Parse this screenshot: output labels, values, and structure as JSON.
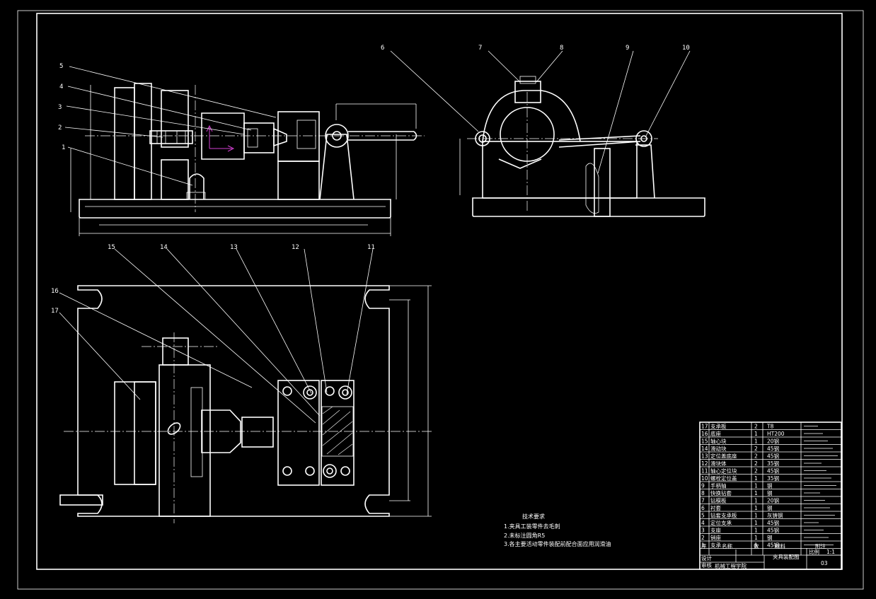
{
  "balloons": [
    "1",
    "2",
    "3",
    "4",
    "5",
    "6",
    "7",
    "8",
    "9",
    "10",
    "11",
    "12",
    "13",
    "14",
    "15",
    "16",
    "17"
  ],
  "notes": {
    "title": "技术要求",
    "lines": [
      "1.夹具工装零件去毛刺",
      "2.未标注圆角R5",
      "3.各主要活动零件装配前配合面应用润滑油"
    ]
  },
  "bom": [
    {
      "no": "17",
      "name": "支承板",
      "qty": "2",
      "mat": "T8"
    },
    {
      "no": "16",
      "name": "底座",
      "qty": "1",
      "mat": "HT200"
    },
    {
      "no": "15",
      "name": "轴心块",
      "qty": "1",
      "mat": "20钢"
    },
    {
      "no": "14",
      "name": "滑动块",
      "qty": "2",
      "mat": "45钢"
    },
    {
      "no": "13",
      "name": "定位盖底座",
      "qty": "2",
      "mat": "45钢"
    },
    {
      "no": "12",
      "name": "滑块体",
      "qty": "2",
      "mat": "35钢"
    },
    {
      "no": "11",
      "name": "轴心定位块",
      "qty": "2",
      "mat": "45钢"
    },
    {
      "no": "10",
      "name": "螺栓定位盖",
      "qty": "1",
      "mat": "35钢"
    },
    {
      "no": "9",
      "name": "手柄轴",
      "qty": "1",
      "mat": "钢"
    },
    {
      "no": "8",
      "name": "快换钻套",
      "qty": "1",
      "mat": "钢"
    },
    {
      "no": "7",
      "name": "钻模板",
      "qty": "1",
      "mat": "20钢"
    },
    {
      "no": "6",
      "name": "衬套",
      "qty": "1",
      "mat": "钢"
    },
    {
      "no": "5",
      "name": "钻套支承板",
      "qty": "1",
      "mat": "灰铸钢"
    },
    {
      "no": "4",
      "name": "定位支承",
      "qty": "1",
      "mat": "45钢"
    },
    {
      "no": "3",
      "name": "支座",
      "qty": "1",
      "mat": "45钢"
    },
    {
      "no": "2",
      "name": "销座",
      "qty": "1",
      "mat": "钢"
    },
    {
      "no": "1",
      "name": "支承",
      "qty": "1",
      "mat": "45钢"
    }
  ],
  "bom_header": {
    "no": "序",
    "name": "名称",
    "qty": "数",
    "mat": "材料",
    "note": "附注"
  },
  "title_block": {
    "drawing_title": "夹具装配图",
    "scale_label": "比例",
    "scale_value": "1:1",
    "sheet_no": "03",
    "design_label": "设计",
    "review_label": "审核",
    "school": "机械工程学院"
  },
  "colors": {
    "background": "#000000",
    "lines": "#ffffff",
    "accent": "#d040d0"
  }
}
